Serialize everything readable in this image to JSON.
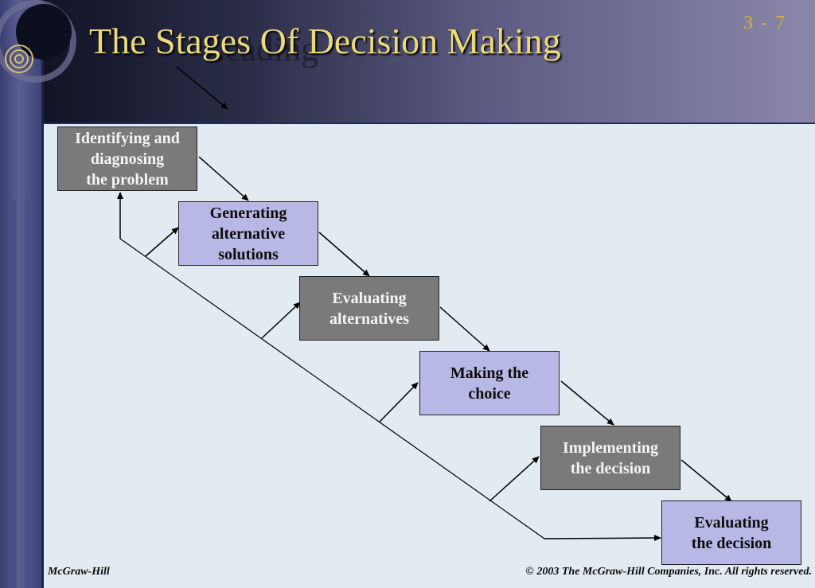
{
  "slide": {
    "title": "The Stages Of Decision Making",
    "ghost_text": "Leading",
    "page_number": "3 -  7",
    "footer_left": "McGraw-Hill",
    "footer_right": "© 2003 The McGraw-Hill Companies, Inc. All rights reserved."
  },
  "stages": [
    {
      "label": "Identifying and\ndiagnosing\nthe problem",
      "color": "#7a7a7a"
    },
    {
      "label": "Generating\nalternative\nsolutions",
      "color": "#b8b8e6"
    },
    {
      "label": "Evaluating\nalternatives",
      "color": "#7a7a7a"
    },
    {
      "label": "Making the\nchoice",
      "color": "#b8b8e6"
    },
    {
      "label": "Implementing\nthe decision",
      "color": "#7a7a7a"
    },
    {
      "label": "Evaluating\nthe decision",
      "color": "#b8b8e6"
    }
  ]
}
